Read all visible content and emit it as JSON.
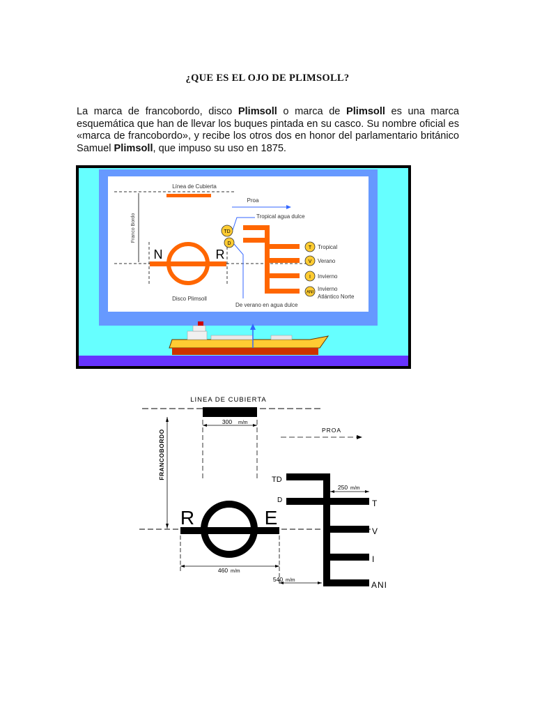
{
  "document": {
    "title": "¿QUE ES EL OJO DE PLIMSOLL?",
    "paragraph": [
      {
        "text": "La marca de francobordo, disco ",
        "bold": false
      },
      {
        "text": "Plimsoll",
        "bold": true
      },
      {
        "text": " o marca de ",
        "bold": false
      },
      {
        "text": "Plimsoll",
        "bold": true
      },
      {
        "text": " es una marca esquemática que han de llevar los buques pintada en su casco. Su nombre oficial es «marca de francobordo», y recibe los otros dos en honor del parlamentario británico Samuel ",
        "bold": false
      },
      {
        "text": "Plimsoll",
        "bold": true
      },
      {
        "text": ", que impuso su uso en 1875.",
        "bold": false
      }
    ]
  },
  "figure1": {
    "colors": {
      "frame": "#000000",
      "sky": "#66ffff",
      "panel_border": "#6699ff",
      "panel": "#ffffff",
      "mark": "#ff6600",
      "water": "#6633ff"
    },
    "deck_line_label": "Línea de Cubierta",
    "freeboard_label": "Franco Bordo",
    "bow_label": "Proa",
    "letter_n": "N",
    "letter_r": "R",
    "disc_label": "Disco Plimsoll",
    "fresh_summer_label": "De verano en agua dulce",
    "tropical_fresh_label": "Tropical agua dulce",
    "circle_td": "TD",
    "circle_d": "D",
    "lines": [
      {
        "code": "T",
        "label": "Tropical"
      },
      {
        "code": "V",
        "label": "Verano"
      },
      {
        "code": "I",
        "label": "Invierno"
      },
      {
        "code": "ANI",
        "label": "Invierno",
        "label2": "Atlántico Norte"
      }
    ]
  },
  "figure2": {
    "deck_line_label": "LINEA DE CUBIERTA",
    "deck_width_label": "300",
    "deck_width_unit": "m/m",
    "freeboard_label": "FRANCOBORDO",
    "bow_label": "PROA",
    "letter_r": "R",
    "letter_e": "E",
    "circle_width_label": "460",
    "circle_width_unit": "m/m",
    "offset_label": "540",
    "offset_unit": "m/m",
    "line_length_label": "250",
    "line_length_unit": "m/m",
    "left_labels": {
      "td": "TD",
      "d": "D"
    },
    "right_labels": {
      "t": "T",
      "v": "V",
      "i": "I",
      "ani": "ANI"
    }
  }
}
